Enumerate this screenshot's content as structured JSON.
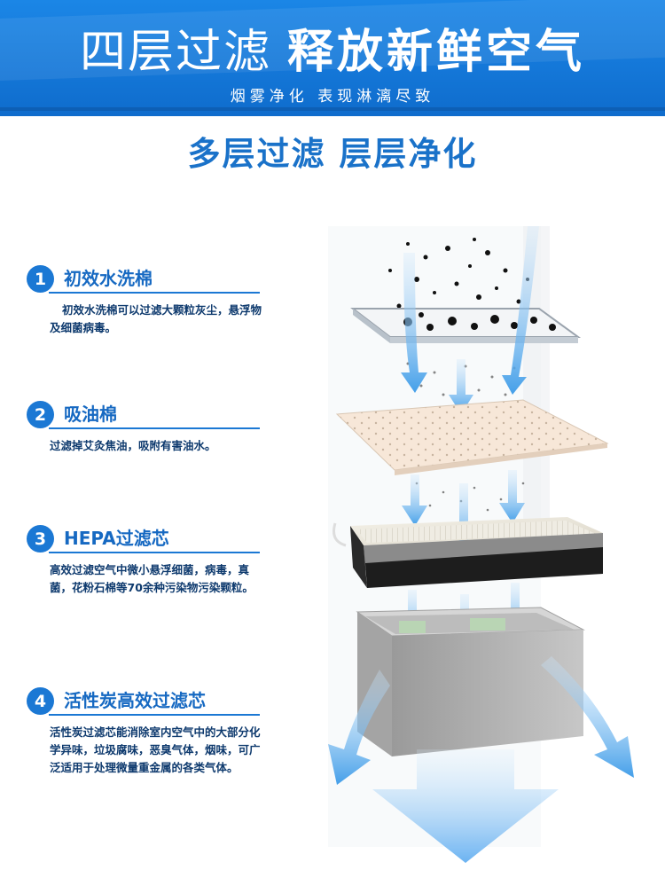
{
  "banner": {
    "title_light": "四层过滤",
    "title_bold": "释放新鲜空气",
    "subtitle": "烟雾净化  表现淋漓尽致"
  },
  "section": {
    "heading": "多层过滤 层层净化"
  },
  "layers": [
    {
      "num": "1",
      "title": "初效水洗棉",
      "desc": "初效水洗棉可以过滤大颗粒灰尘，悬浮物及细菌病毒。"
    },
    {
      "num": "2",
      "title": "吸油棉",
      "desc": "过滤掉艾灸焦油，吸附有害油水。"
    },
    {
      "num": "3",
      "title": "HEPA过滤芯",
      "desc": "高效过滤空气中微小悬浮细菌，病毒，真菌，花粉石棉等70余种污染物污染颗粒。"
    },
    {
      "num": "4",
      "title": "活性炭高效过滤芯",
      "desc": "活性炭过滤芯能消除室内空气中的大部分化学异味，垃圾腐味，恶臭气体，烟味，可广泛适用于处理微量重金属的各类气体。"
    }
  ],
  "colors": {
    "brand_blue": "#1b78d4",
    "heading_blue": "#1a72c9",
    "desc_text": "#0e3a6e"
  }
}
